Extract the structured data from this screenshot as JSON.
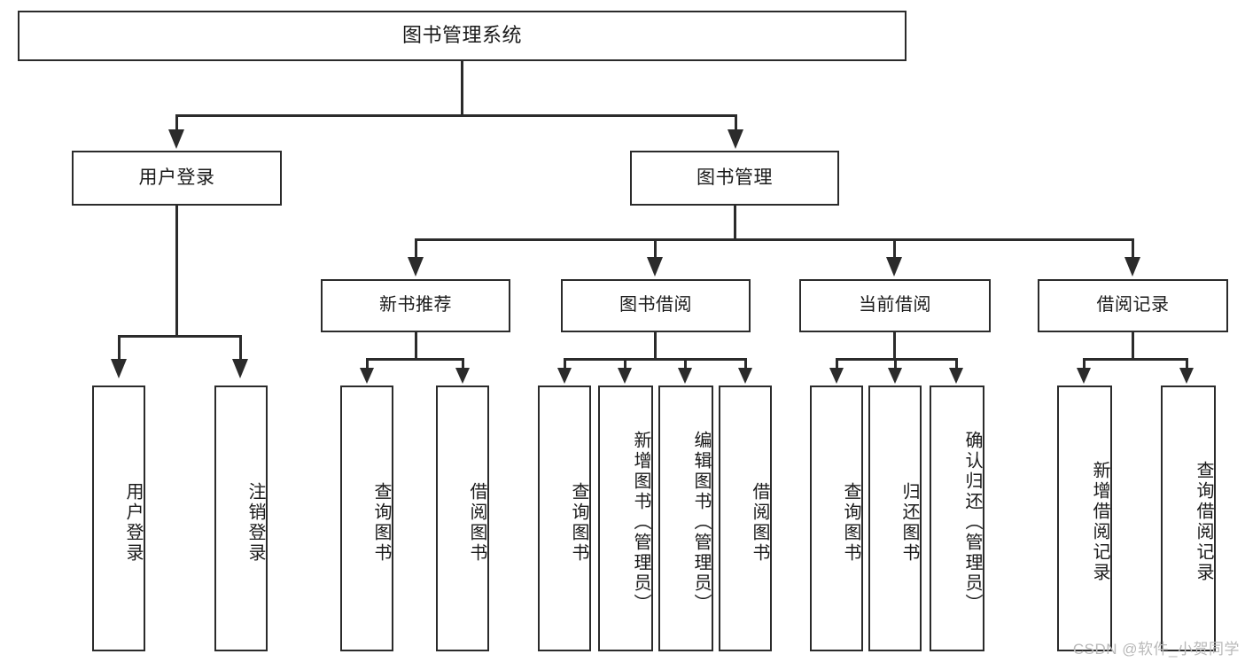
{
  "diagram": {
    "type": "tree-hierarchy-chart",
    "title": "图书管理系统",
    "root": {
      "label": "图书管理系统"
    },
    "level2": [
      {
        "id": "user-login",
        "label": "用户登录"
      },
      {
        "id": "book-management",
        "label": "图书管理"
      }
    ],
    "level3": [
      {
        "id": "new-book-recommend",
        "label": "新书推荐"
      },
      {
        "id": "book-borrow",
        "label": "图书借阅"
      },
      {
        "id": "current-borrow",
        "label": "当前借阅"
      },
      {
        "id": "borrow-record",
        "label": "借阅记录"
      }
    ],
    "leaves": {
      "user_login": [
        {
          "id": "leaf-user-login",
          "label": "用户登录"
        },
        {
          "id": "leaf-logout-login",
          "label": "注销登录"
        }
      ],
      "new_book_recommend": [
        {
          "id": "leaf-query-book-1",
          "label": "查询图书"
        },
        {
          "id": "leaf-borrow-book-1",
          "label": "借阅图书"
        }
      ],
      "book_borrow": [
        {
          "id": "leaf-query-book-2",
          "label": "查询图书"
        },
        {
          "id": "leaf-add-book",
          "label": "新增图书（管理员）"
        },
        {
          "id": "leaf-edit-book",
          "label": "编辑图书（管理员）"
        },
        {
          "id": "leaf-borrow-book-2",
          "label": "借阅图书"
        }
      ],
      "current_borrow": [
        {
          "id": "leaf-query-book-3",
          "label": "查询图书"
        },
        {
          "id": "leaf-return-book",
          "label": "归还图书"
        },
        {
          "id": "leaf-confirm-return",
          "label": "确认归还（管理员）"
        }
      ],
      "borrow_record": [
        {
          "id": "leaf-add-record",
          "label": "新增借阅记录"
        },
        {
          "id": "leaf-query-record",
          "label": "查询借阅记录"
        }
      ]
    },
    "colors": {
      "stroke": "#2b2b2b",
      "fill": "#ffffff",
      "text": "#1a1a1a",
      "watermark": "#b9b9b9"
    }
  },
  "watermark": {
    "text": "CSDN @软件_小贺同学"
  }
}
